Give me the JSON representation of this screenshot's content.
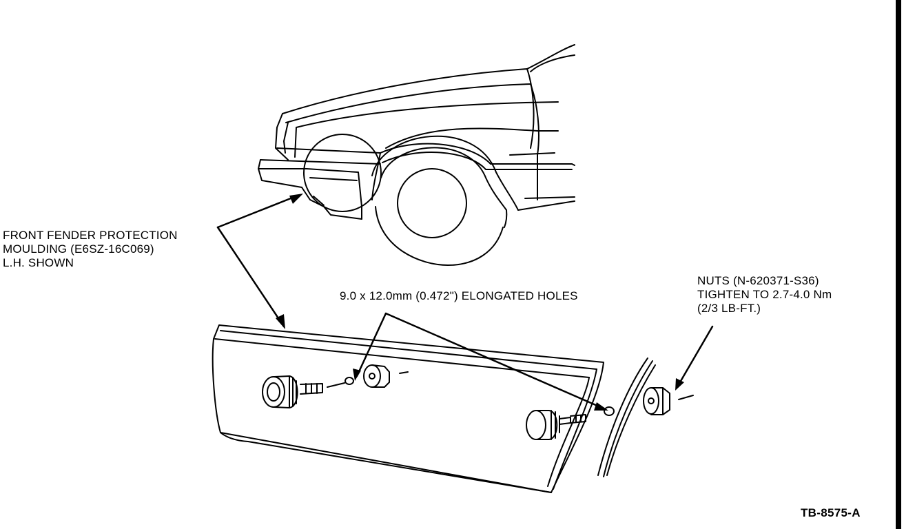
{
  "labels": {
    "moulding": [
      "FRONT FENDER PROTECTION",
      "MOULDING (E6SZ-16C069)",
      "L.H. SHOWN"
    ],
    "holes": "9.0 x 12.0mm (0.472\") ELONGATED HOLES",
    "nuts": [
      "NUTS (N-620371-S36)",
      "TIGHTEN TO 2.7-4.0 Nm",
      "(2/3 LB-FT.)"
    ]
  },
  "figure_id": "TB-8575-A"
}
